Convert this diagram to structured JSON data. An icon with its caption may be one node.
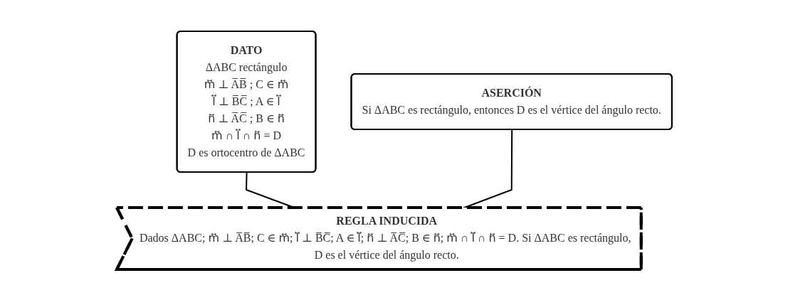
{
  "diagram": {
    "nodes": [
      {
        "text": [
          "DATO",
          "ΔABC rectángulo",
          "m⃡ ⊥ A̅B̅ ; C ∈ m⃡",
          "l⃡ ⊥ B̅C̅ ; A ∈ l⃡",
          "n⃡ ⊥ A̅C̅ ; B ∈ n⃡",
          "m⃡ ∩ l⃡ ∩ n⃡ = D",
          "D es ortocentro de ΔABC"
        ]
      },
      {
        "text": [
          "ASERCIÓN",
          "Si ΔABC es rectángulo, entonces D es el vértice del ángulo recto."
        ]
      },
      {
        "text": [
          "REGLA INDUCIDA",
          "Dados ΔABC; m⃡ ⊥ A̅B̅; C ∈ m⃡; l⃡ ⊥ B̅C̅; A ∈ l⃡; n⃡ ⊥ A̅C̅; B ∈ n⃡; m⃡ ∩ l⃡ ∩ n⃡ = D. Si ΔABC es rectángulo, D es el vértice del ángulo recto."
        ]
      }
    ],
    "edges": [
      {
        "from": 0,
        "to": 2,
        "arrow": "none"
      },
      {
        "from": 1,
        "to": 2,
        "arrow": "none"
      }
    ]
  }
}
